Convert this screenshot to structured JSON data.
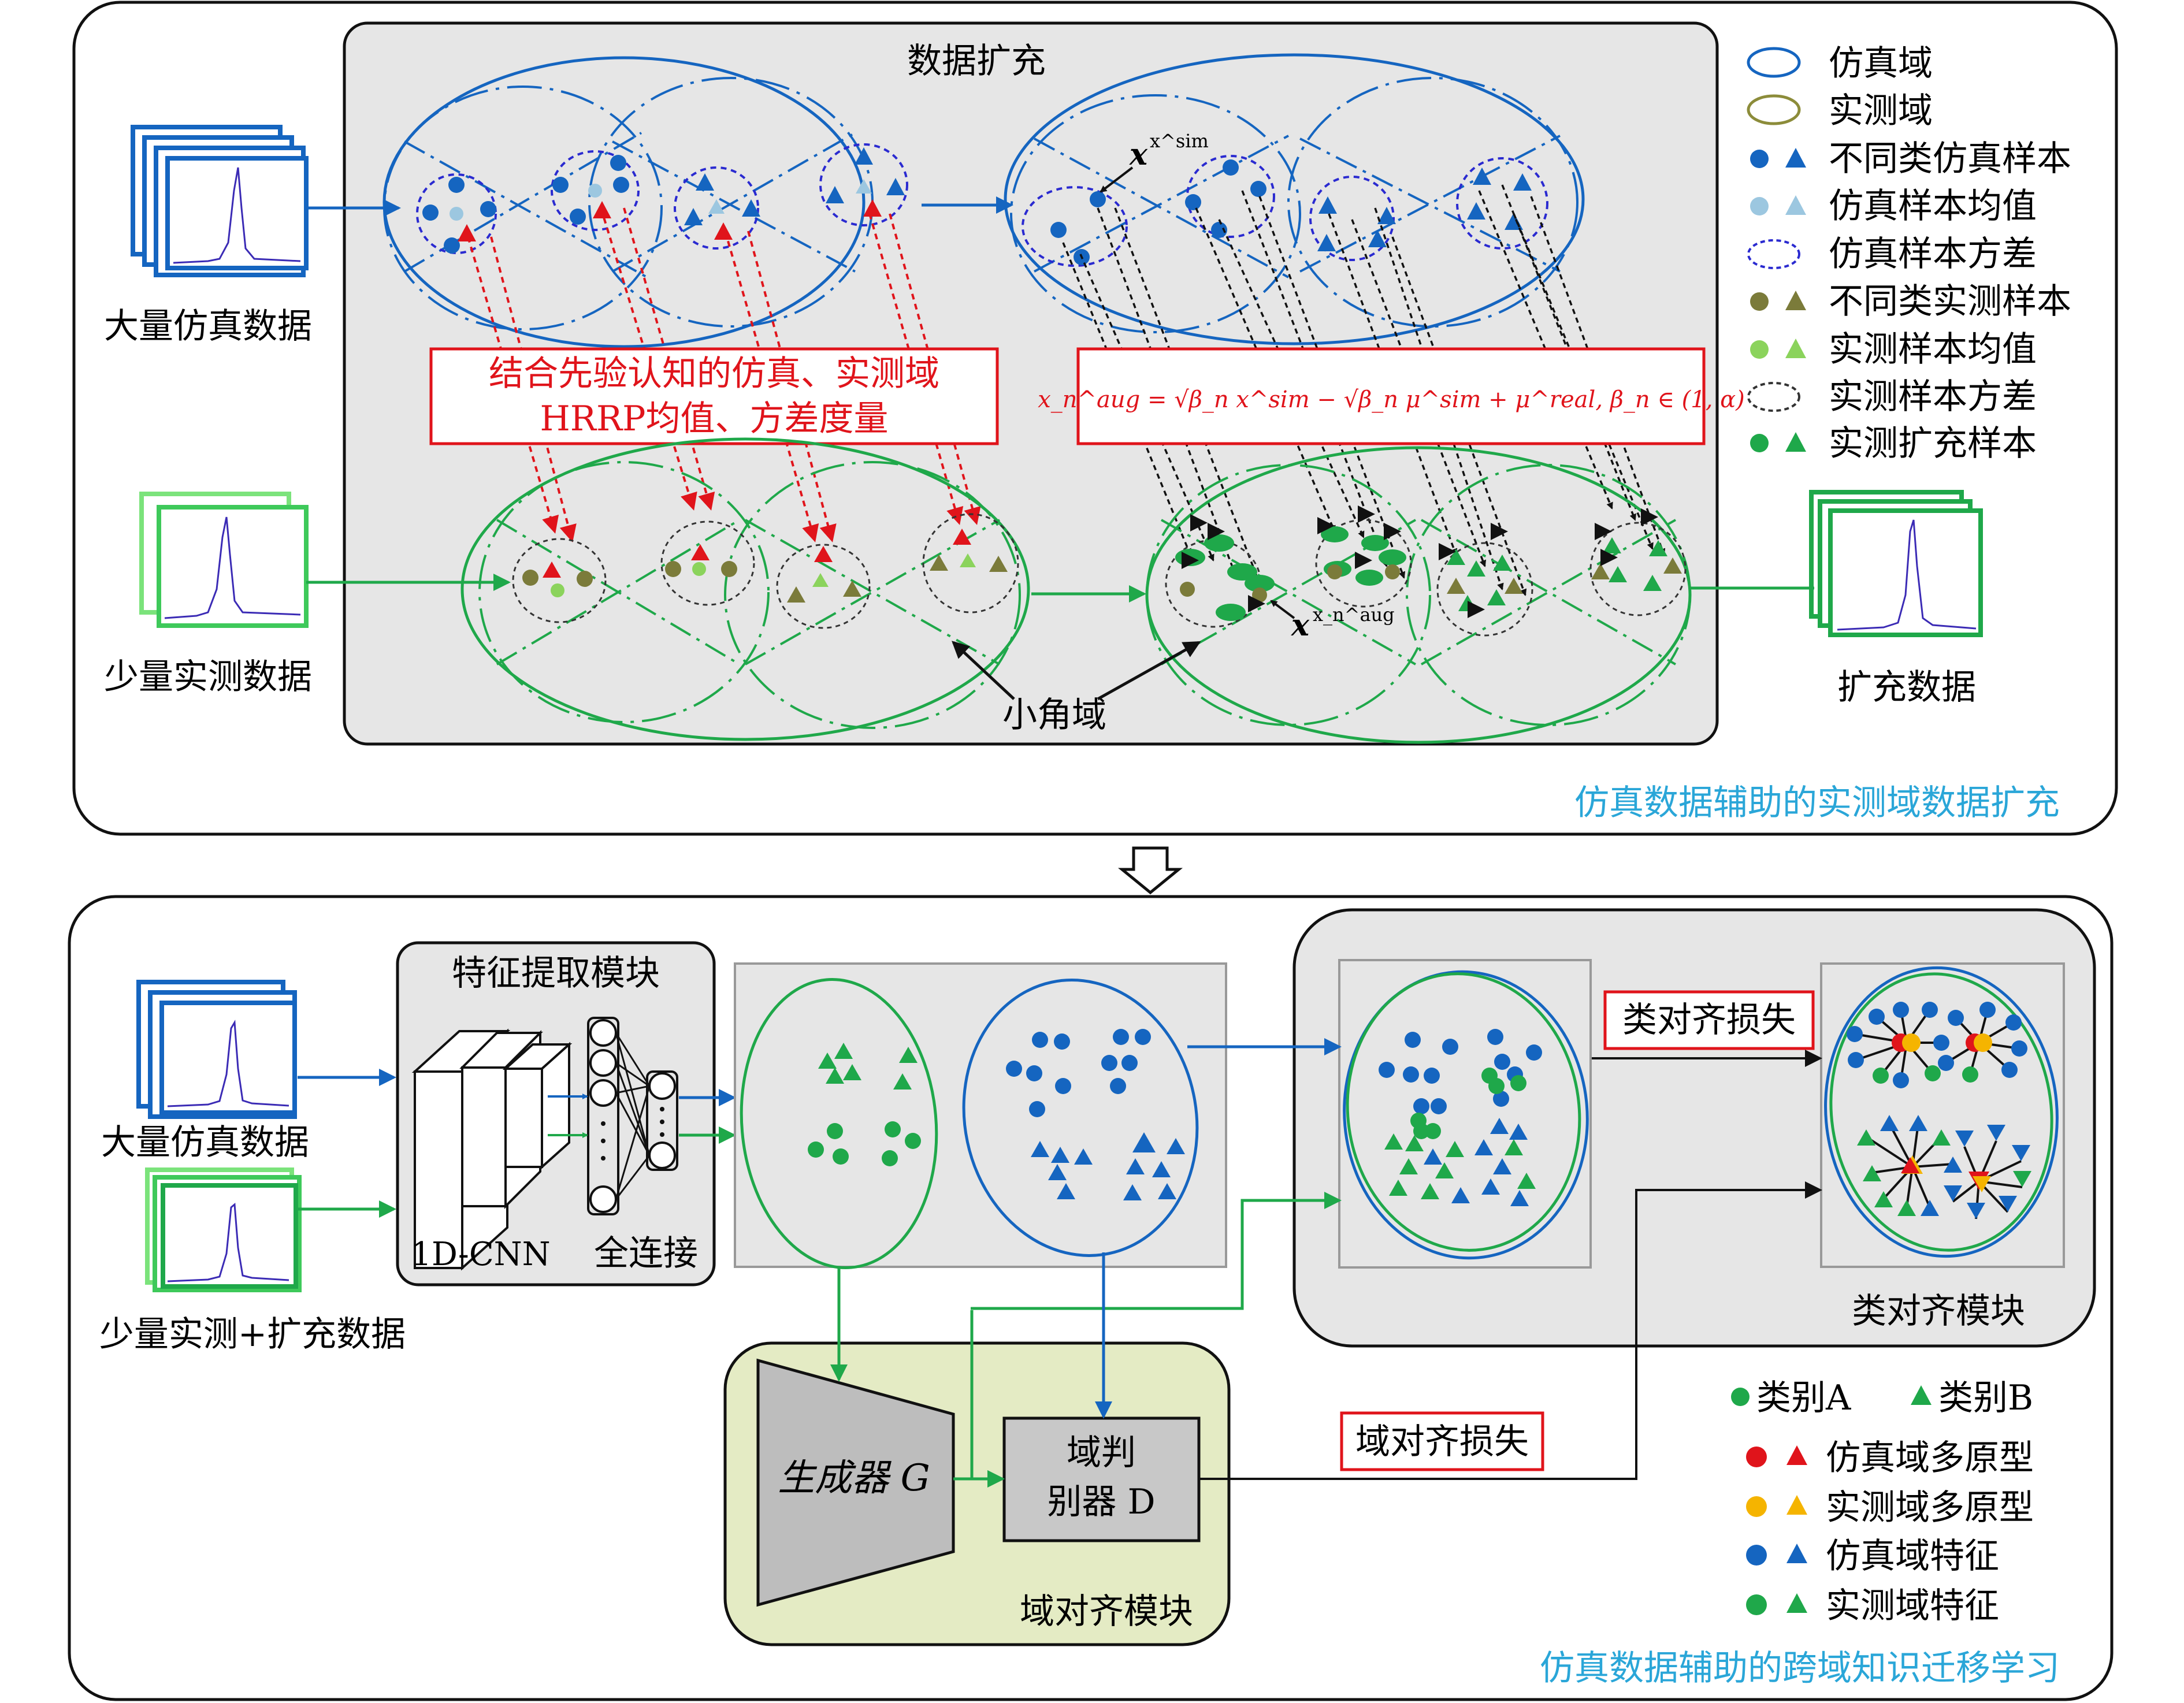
{
  "top": {
    "panel_caption": "仿真数据辅助的实测域数据扩充",
    "aug_title": "数据扩充",
    "sim_input_label": "大量仿真数据",
    "real_input_label": "少量实测数据",
    "output_label": "扩充数据",
    "red_box_lines": [
      "结合先验认知的仿真、实测域",
      "HRRP均值、方差度量"
    ],
    "formula": "x_n^aug = √β_n x^sim − √β_n μ^sim + μ^real, β_n ∈ (1, α)",
    "label_x_sim": "x^sim",
    "label_x_aug": "x_n^aug",
    "small_angle_label": "小角域"
  },
  "legend_top": [
    {
      "label": "仿真域"
    },
    {
      "label": "实测域"
    },
    {
      "label": "不同类仿真样本"
    },
    {
      "label": "仿真样本均值"
    },
    {
      "label": "仿真样本方差"
    },
    {
      "label": "不同类实测样本"
    },
    {
      "label": "实测样本均值"
    },
    {
      "label": "实测样本方差"
    },
    {
      "label": "实测扩充样本"
    }
  ],
  "bottom": {
    "panel_caption": "仿真数据辅助的跨域知识迁移学习",
    "sim_input_label": "大量仿真数据",
    "real_input_label": "少量实测+扩充数据",
    "feature_module_title": "特征提取模块",
    "cnn_label": "1D-CNN",
    "fc_label": "全连接",
    "generator_label": "生成器 G",
    "discriminator_lines": [
      "域判",
      "别器 D"
    ],
    "domain_module_label": "域对齐模块",
    "domain_loss_label": "域对齐损失",
    "class_loss_label": "类对齐损失",
    "class_module_label": "类对齐模块"
  },
  "legend_bottom": [
    {
      "label": "类别A"
    },
    {
      "label": "类别B"
    },
    {
      "label": "仿真域多原型"
    },
    {
      "label": "实测域多原型"
    },
    {
      "label": "仿真域特征"
    },
    {
      "label": "实测域特征"
    }
  ],
  "colors": {
    "sim_blue": "#1565c0",
    "real_green": "#1fa84a",
    "real_olive": "#7b7b3a",
    "red": "#e0141b",
    "orange": "#f5b400",
    "caption_cyan": "#2aa6d8",
    "gray_panel": "#e6e6e6",
    "yellow_panel": "#e4ebc4"
  }
}
